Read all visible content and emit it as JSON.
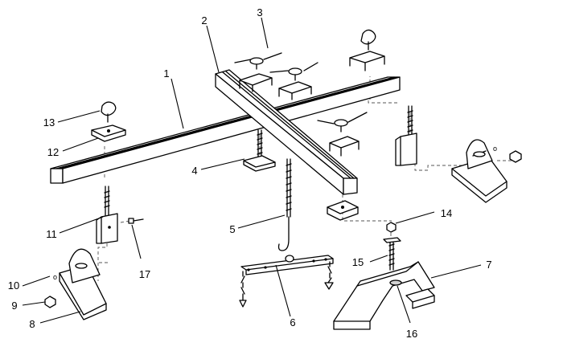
{
  "callouts": [
    {
      "id": "1",
      "text": "1"
    },
    {
      "id": "2",
      "text": "2"
    },
    {
      "id": "3",
      "text": "3"
    },
    {
      "id": "4",
      "text": "4"
    },
    {
      "id": "5",
      "text": "5"
    },
    {
      "id": "6",
      "text": "6"
    },
    {
      "id": "7",
      "text": "7"
    },
    {
      "id": "8",
      "text": "8"
    },
    {
      "id": "9",
      "text": "9"
    },
    {
      "id": "10",
      "text": "10"
    },
    {
      "id": "11",
      "text": "11"
    },
    {
      "id": "12",
      "text": "12"
    },
    {
      "id": "13",
      "text": "13"
    },
    {
      "id": "14",
      "text": "14"
    },
    {
      "id": "15",
      "text": "15"
    },
    {
      "id": "16",
      "text": "16"
    },
    {
      "id": "17",
      "text": "17"
    }
  ],
  "colors": {
    "line": "#000000",
    "background": "#ffffff",
    "shade": "#d2d2d2"
  }
}
